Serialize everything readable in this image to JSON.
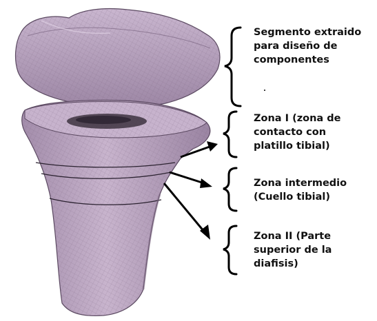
{
  "labels": {
    "segment": "Segmento extraido\npara diseño de\ncomponentes",
    "zona_1": "Zona I (zona de\ncontacto con\nplatillo tibial)",
    "zona_intermedio": "Zona intermedio\n(Cuello tibial)",
    "zona_2": "Zona II (Parte\nsuperior de la\ndiafisis)"
  },
  "colors": {
    "bone_fill": "#b9a3bf",
    "bone_dark": "#8e7896",
    "bone_light": "#d9cadd",
    "mesh_line": "#6d5a72",
    "annotation": "#000000"
  }
}
